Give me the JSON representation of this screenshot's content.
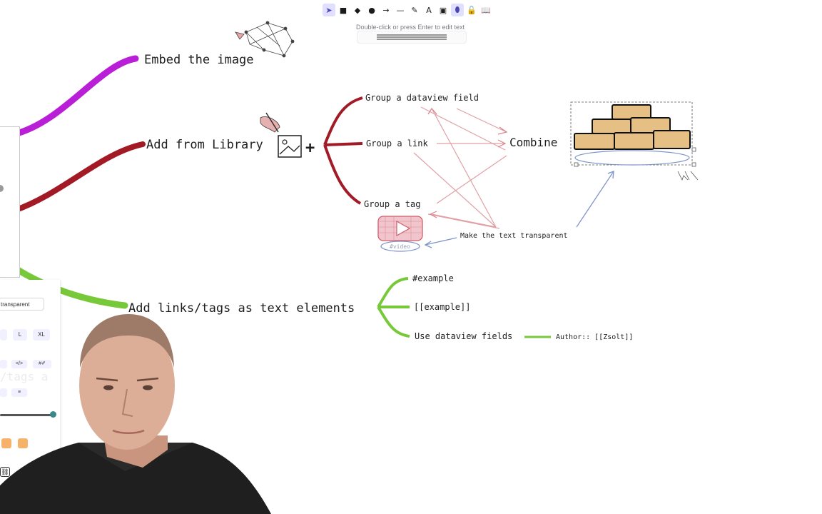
{
  "toolbar": {
    "tools": [
      {
        "name": "selection-tool",
        "glyph": "➤"
      },
      {
        "name": "rectangle-tool",
        "glyph": "■"
      },
      {
        "name": "diamond-tool",
        "glyph": "◆"
      },
      {
        "name": "ellipse-tool",
        "glyph": "●"
      },
      {
        "name": "arrow-tool",
        "glyph": "→"
      },
      {
        "name": "line-tool",
        "glyph": "—"
      },
      {
        "name": "draw-tool",
        "glyph": "✎"
      },
      {
        "name": "text-tool",
        "glyph": "A"
      },
      {
        "name": "image-tool",
        "glyph": "▣"
      },
      {
        "name": "eraser-tool",
        "glyph": "⬮"
      },
      {
        "name": "lock-tool",
        "glyph": "🔓"
      },
      {
        "name": "library-tool",
        "glyph": "📖"
      }
    ],
    "hint": "Double-click or press Enter to edit text"
  },
  "mindmap": {
    "embed": "Embed the image",
    "library": "Add from Library",
    "plus": "+",
    "group_field": "Group a dataview field",
    "group_link": "Group a link",
    "group_tag": "Group a tag",
    "combine": "Combine",
    "video_tag": "#video",
    "transparent": "Make the text transparent",
    "links_tags": "Add links/tags as text elements",
    "example_tag": "#example",
    "example_link": "[[example]]",
    "dataview": "Use dataview fields",
    "author": "Author:: [[Zsolt]]"
  },
  "panel": {
    "text_field_value": "transparent",
    "size_l": "L",
    "size_xl": "XL",
    "code_btn": "</>",
    "link_btn": "#✐",
    "align_btn": "≡",
    "ghost_text": "/tags a"
  },
  "colors": {
    "purple_branch": "#b81fd6",
    "red_branch": "#a11a25",
    "green_branch": "#78c93a",
    "arrow_red": "#e0a0a6",
    "arrow_blue": "#7f95c9",
    "brick": "#e6bf85"
  }
}
